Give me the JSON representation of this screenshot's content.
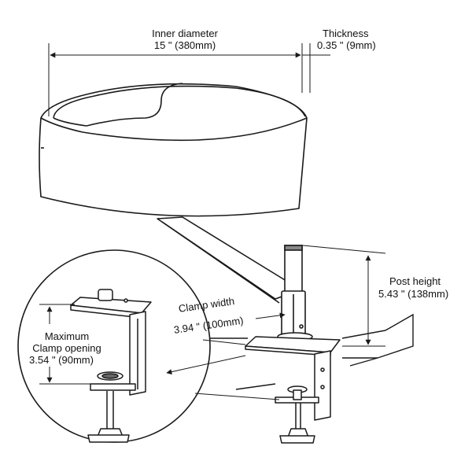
{
  "labels": {
    "inner_diameter_title": "Inner diameter",
    "inner_diameter_value": "15 \" (380mm)",
    "thickness_title": "Thickness",
    "thickness_value": "0.35 \" (9mm)",
    "post_height_title": "Post height",
    "post_height_value": "5.43 \" (138mm)",
    "clamp_width_title": "Clamp width",
    "clamp_width_value": "3.94 \" (100mm)",
    "clamp_opening_line1": "Maximum",
    "clamp_opening_line2": "Clamp opening",
    "clamp_opening_value": "3.54 \" (90mm)"
  },
  "colors": {
    "line": "#1a1a1a",
    "fill": "#ffffff"
  }
}
